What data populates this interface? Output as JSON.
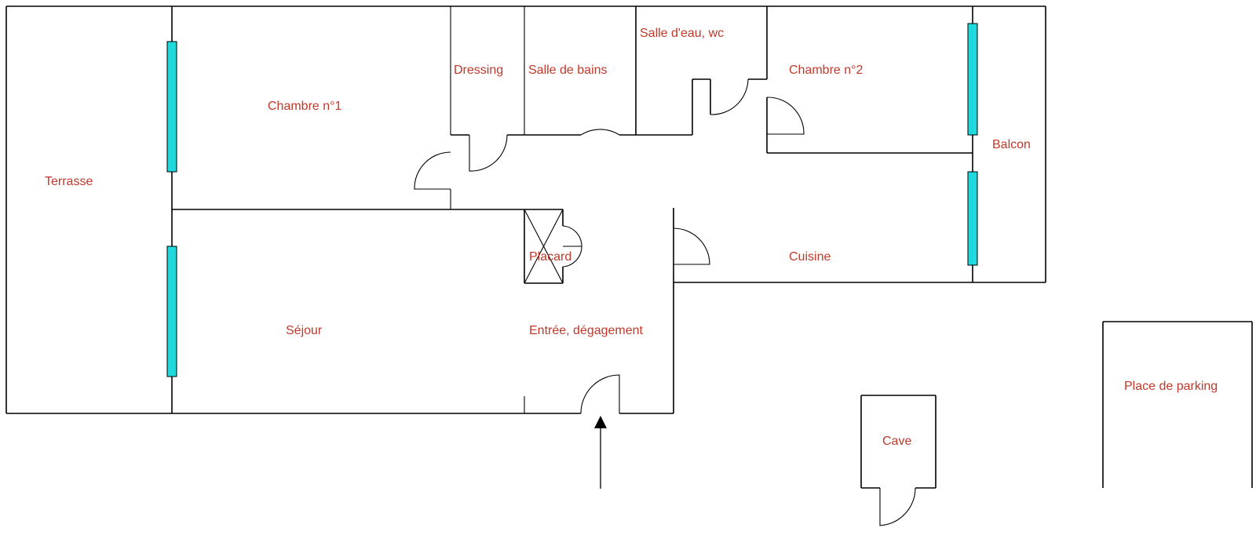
{
  "colors": {
    "label": "#c0392b",
    "window": "#1fd9dc",
    "wall": "#000000"
  },
  "rooms": [
    {
      "id": "terrasse",
      "label": "Terrasse"
    },
    {
      "id": "chambre1",
      "label": "Chambre n°1"
    },
    {
      "id": "dressing",
      "label": "Dressing"
    },
    {
      "id": "salle-de-bains",
      "label": "Salle de bains"
    },
    {
      "id": "salle-d-eau",
      "label": "Salle d'eau, wc"
    },
    {
      "id": "chambre2",
      "label": "Chambre n°2"
    },
    {
      "id": "balcon",
      "label": "Balcon"
    },
    {
      "id": "placard",
      "label": "Placard"
    },
    {
      "id": "cuisine",
      "label": "Cuisine"
    },
    {
      "id": "sejour",
      "label": "Séjour"
    },
    {
      "id": "entree",
      "label": "Entrée, dégagement"
    },
    {
      "id": "cave",
      "label": "Cave"
    },
    {
      "id": "parking",
      "label": "Place de parking"
    }
  ]
}
